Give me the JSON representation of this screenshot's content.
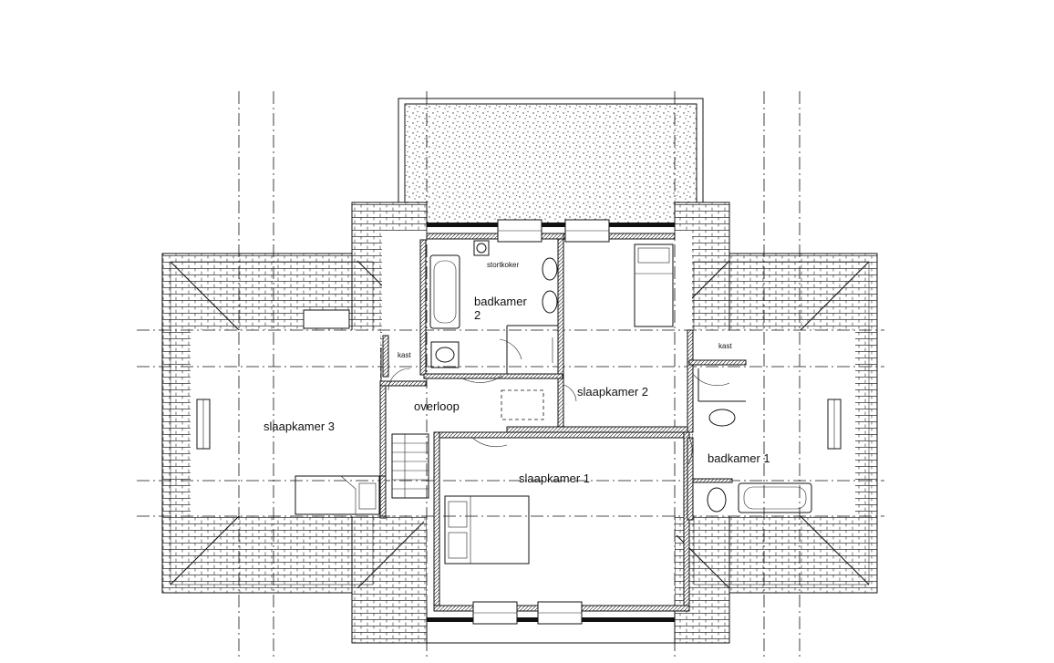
{
  "rooms": {
    "slaapkamer_1": "slaapkamer 1",
    "slaapkamer_2": "slaapkamer 2",
    "slaapkamer_3": "slaapkamer 3",
    "badkamer_1": "badkamer 1",
    "badkamer_2_line1": "badkamer",
    "badkamer_2_line2": "2",
    "overloop": "overloop",
    "kast_left": "kast",
    "kast_right": "kast",
    "stortkoker": "stortkoker"
  },
  "colors": {
    "line": "#111111",
    "background": "#ffffff"
  }
}
